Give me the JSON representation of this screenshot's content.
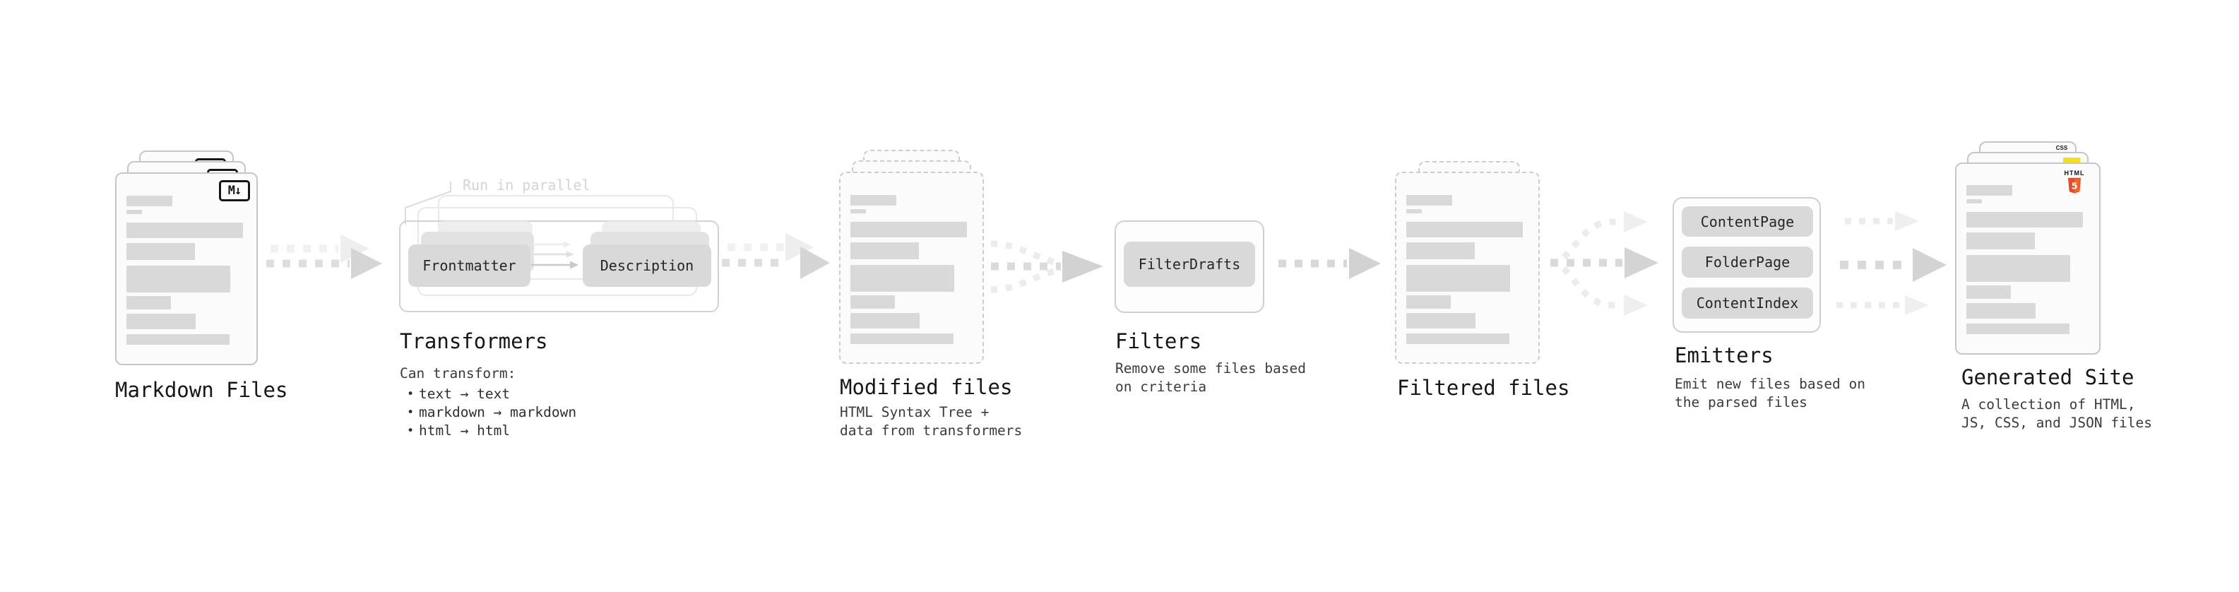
{
  "ui": {
    "bullet": "•"
  },
  "stages": {
    "markdown_files": {
      "title": "Markdown Files",
      "badge": "M↓"
    },
    "transformers": {
      "title": "Transformers",
      "annotation": "Run in parallel",
      "nodes": [
        "Frontmatter",
        "Description"
      ],
      "desc_heading": "Can transform:",
      "bullets": [
        "text → text",
        "markdown → markdown",
        "html → html"
      ]
    },
    "modified_files": {
      "title": "Modified files",
      "desc": "HTML Syntax Tree +\ndata from transformers"
    },
    "filters": {
      "title": "Filters",
      "node": "FilterDrafts",
      "desc": "Remove some files based\non criteria"
    },
    "filtered_files": {
      "title": "Filtered files"
    },
    "emitters": {
      "title": "Emitters",
      "nodes": [
        "ContentPage",
        "FolderPage",
        "ContentIndex"
      ],
      "desc": "Emit new files based on\nthe parsed files"
    },
    "generated_site": {
      "title": "Generated Site",
      "desc": "A collection of HTML,\nJS, CSS, and JSON files",
      "badges": {
        "html_label": "HTML",
        "html_number": "5",
        "css_label": "CSS"
      }
    }
  },
  "colors": {
    "html5_orange": "#e44d26",
    "html5_orange_light": "#f16529",
    "js_yellow": "#ffdf00",
    "css_blue": "#2965f1"
  }
}
